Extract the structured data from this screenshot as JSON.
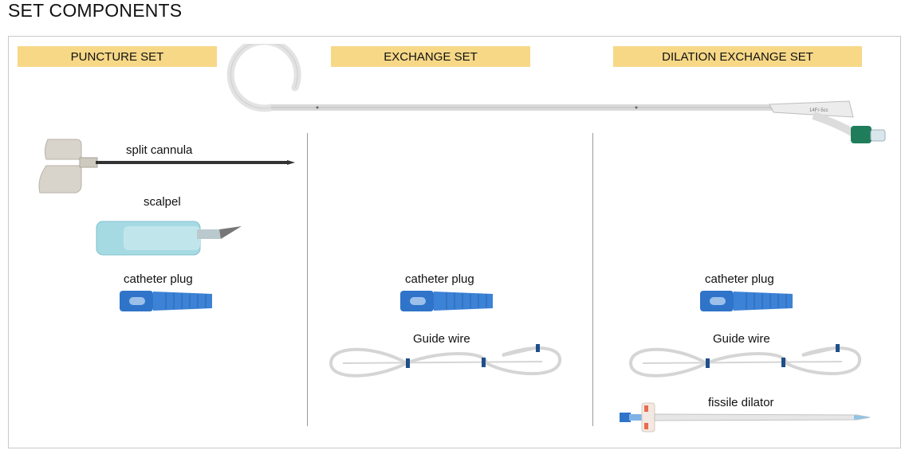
{
  "page": {
    "title": "SET COMPONENTS"
  },
  "sets": [
    {
      "name": "PUNCTURE SET"
    },
    {
      "name": "EXCHANGE SET"
    },
    {
      "name": "DILATION EXCHANGE SET"
    }
  ],
  "components": {
    "split_cannula": "split cannula",
    "scalpel": "scalpel",
    "catheter_plug": "catheter plug",
    "guide_wire": "Guide wire",
    "fissile_dilator": "fissile dilator"
  },
  "catheter_marking": "14Fr-5cc",
  "colors": {
    "header_bg": "#f7d887",
    "plug_blue": "#2f74c9",
    "connector_green": "#1f7d5b",
    "scalpel_handle": "#8fd0dc"
  }
}
